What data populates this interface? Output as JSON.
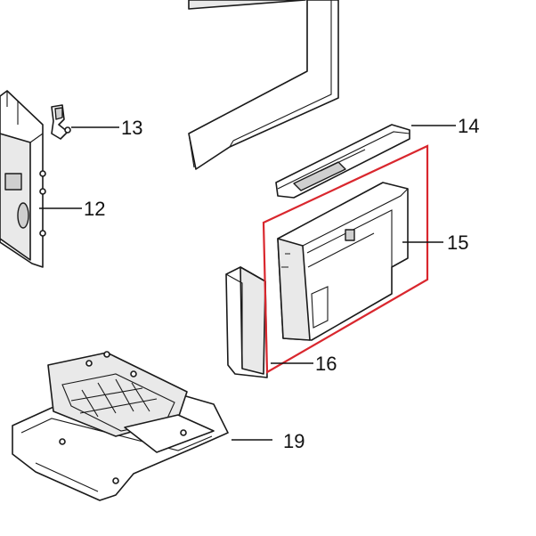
{
  "highlight_color": "#d9272e",
  "callouts": {
    "c12": "12",
    "c13": "13",
    "c14": "14",
    "c15": "15",
    "c16": "16",
    "c19": "19"
  }
}
